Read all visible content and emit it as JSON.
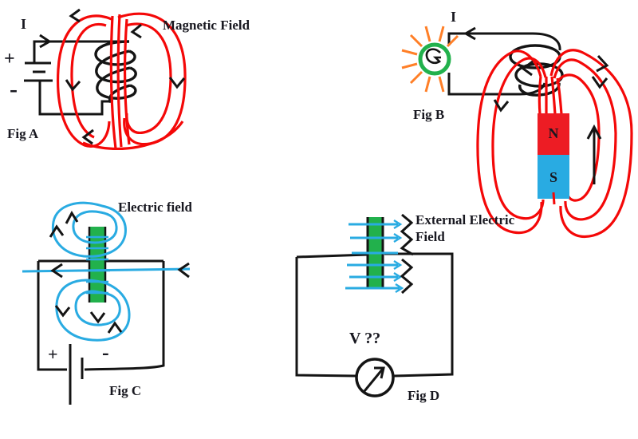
{
  "figures": {
    "fig_a": {
      "current_label": "I",
      "plus": "+",
      "minus": "-",
      "field_label": "Magnetic Field",
      "caption": "Fig A"
    },
    "fig_b": {
      "current_label": "I",
      "caption": "Fig B",
      "magnet_north": "N",
      "magnet_south": "S"
    },
    "fig_c": {
      "field_label": "Electric field",
      "plus": "+",
      "minus": "-",
      "caption": "Fig C"
    },
    "fig_d": {
      "field_label_line1": "External Electric",
      "field_label_line2": "Field",
      "meter_label": "V ??",
      "caption": "Fig D"
    }
  },
  "colors": {
    "ink": "#141414",
    "field_red": "#F40808",
    "magnet_red": "#ED1C24",
    "blue": "#29ABE2",
    "green": "#22B14C",
    "orange": "#FF7F27",
    "background": "#FFFFFF"
  },
  "icons": {
    "bulb": "light-bulb-with-rays",
    "battery": "battery-cell-plates",
    "coil": "wire-coil-loops",
    "magnet": "bar-magnet-N-S",
    "voltmeter": "analog-meter-with-needle"
  }
}
